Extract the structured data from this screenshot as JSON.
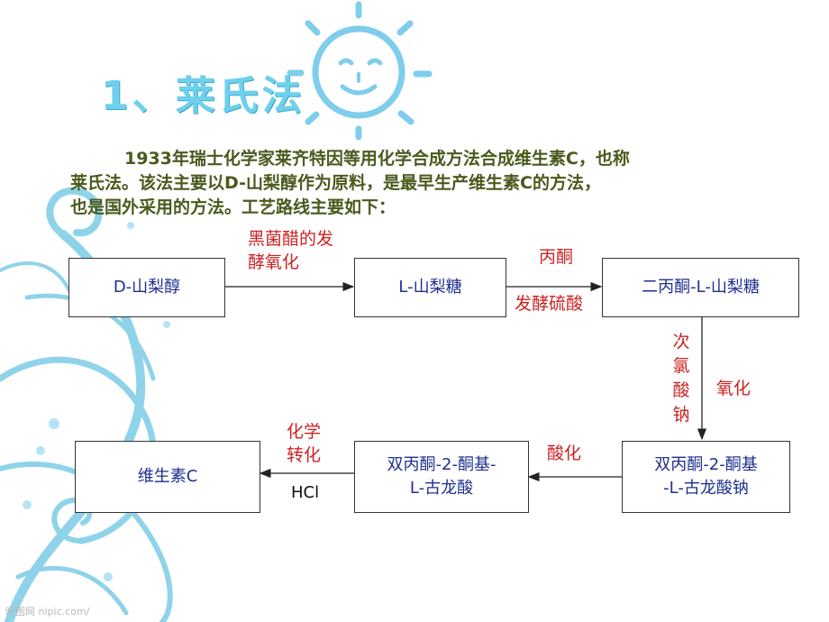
{
  "slide": {
    "title": "1、莱氏法",
    "intro_lines": [
      "1933年瑞士化学家莱齐特因等用化学合成方法合成维生素C，也称",
      "莱氏法。该法主要以D-山梨醇作为原料，是最早生产维生素C的方法，",
      "也是国外采用的方法。工艺路线主要如下："
    ],
    "watermark": "昵图网 nipic.com/"
  },
  "flow": {
    "nodes": {
      "n1": "D-山梨醇",
      "n2": "L-山梨糖",
      "n3": "二丙酮-L-山梨糖",
      "n4_line1": "双丙酮-2-酮基",
      "n4_line2": "-L-古龙酸钠",
      "n5_line1": "双丙酮-2-酮基-",
      "n5_line2": "L-古龙酸",
      "n6": "维生素C"
    },
    "labels": {
      "e1_line1": "黑菌醋的发",
      "e1_line2": "酵氧化",
      "e2_top": "丙酮",
      "e2_bottom": "发酵硫酸",
      "e3_chars": [
        "次",
        "氯",
        "酸",
        "钠"
      ],
      "e3_side": "氧化",
      "e4": "酸化",
      "e5_line1": "化学",
      "e5_line2": "转化",
      "e5_bottom": "HCl"
    }
  },
  "colors": {
    "title": "#6fd0ec",
    "intro_text": "#4a5a1c",
    "node_text": "#1e2f8f",
    "edge_label": "#cc2222",
    "sun": "#7fcdec",
    "swirl": "#8fd3ea"
  }
}
